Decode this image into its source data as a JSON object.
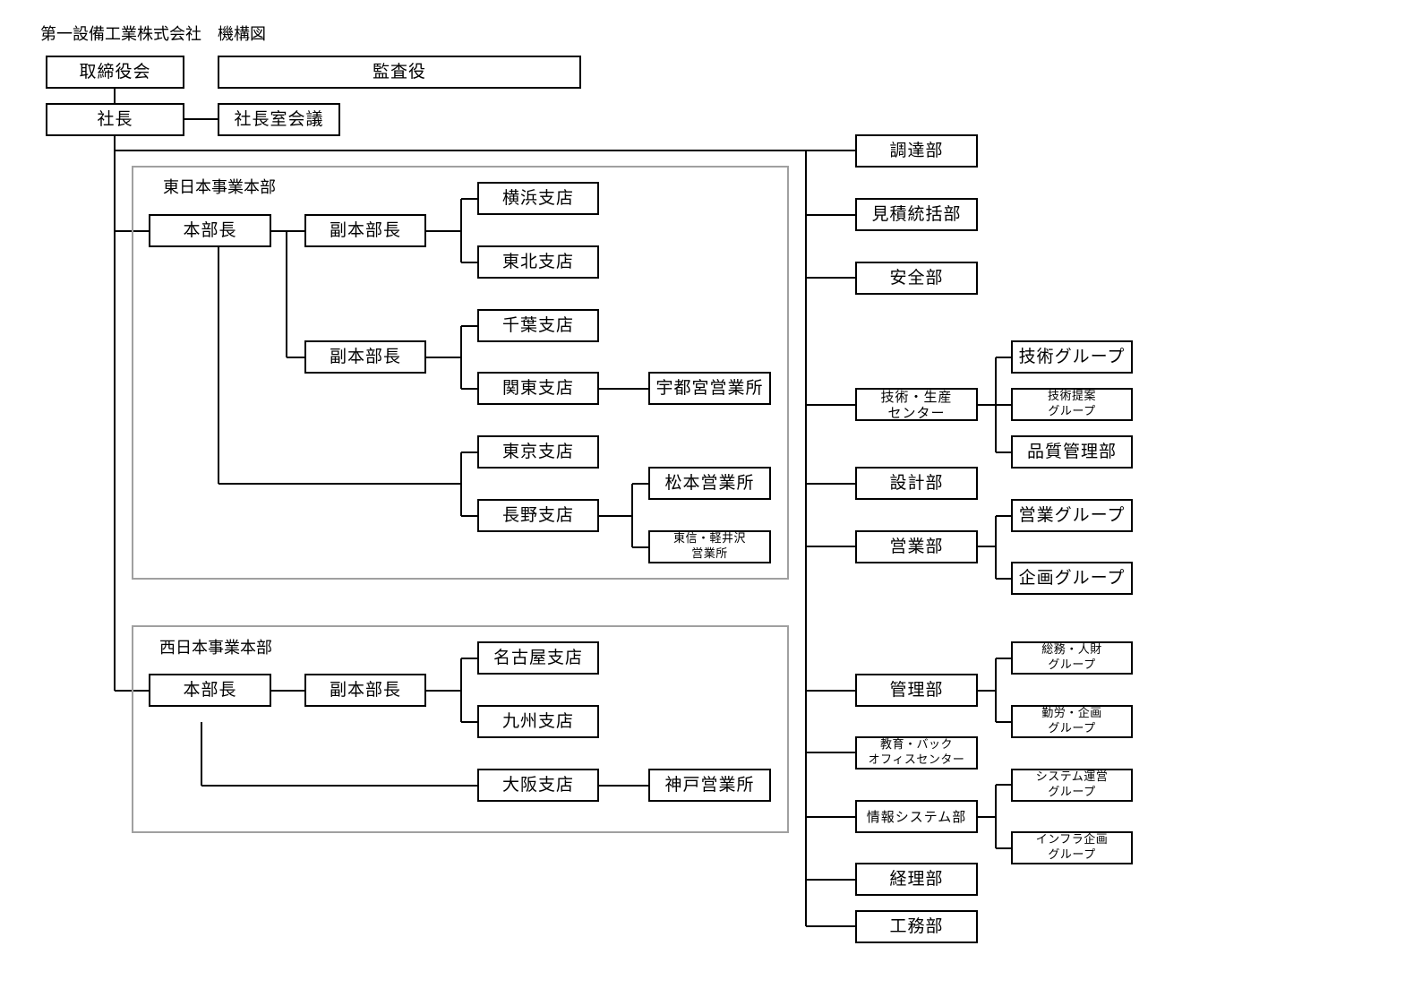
{
  "title": "第一設備工業株式会社　機構図",
  "top": {
    "board": "取締役会",
    "auditor": "監査役",
    "president": "社長",
    "council": "社長室会議"
  },
  "east": {
    "name": "東日本事業本部",
    "hq": "本部長",
    "deputy1": "副本部長",
    "deputy2": "副本部長",
    "yokohama": "横浜支店",
    "tohoku": "東北支店",
    "chiba": "千葉支店",
    "kanto": "関東支店",
    "utsunomiya": "宇都宮営業所",
    "tokyo": "東京支店",
    "nagano": "長野支店",
    "matsumoto": "松本営業所",
    "toshin": "東信・軽井沢\n営業所"
  },
  "west": {
    "name": "西日本事業本部",
    "hq": "本部長",
    "deputy": "副本部長",
    "nagoya": "名古屋支店",
    "kyushu": "九州支店",
    "osaka": "大阪支店",
    "kobe": "神戸営業所"
  },
  "depts": {
    "procurement": "調達部",
    "estimate": "見積統括部",
    "safety": "安全部",
    "tech_center": "技術・生産\nセンター",
    "tech_group": "技術グループ",
    "tech_proposal": "技術提案\nグループ",
    "quality": "品質管理部",
    "design": "設計部",
    "sales": "営業部",
    "sales_group": "営業グループ",
    "planning_group": "企画グループ",
    "management": "管理部",
    "general_hr": "総務・人財\nグループ",
    "labor_planning": "勤労・企画\nグループ",
    "education": "教育・バック\nオフィスセンター",
    "info_sys": "情報システム部",
    "sys_ops": "システム運営\nグループ",
    "infra_planning": "インフラ企画\nグループ",
    "accounting": "経理部",
    "construction": "工務部"
  }
}
